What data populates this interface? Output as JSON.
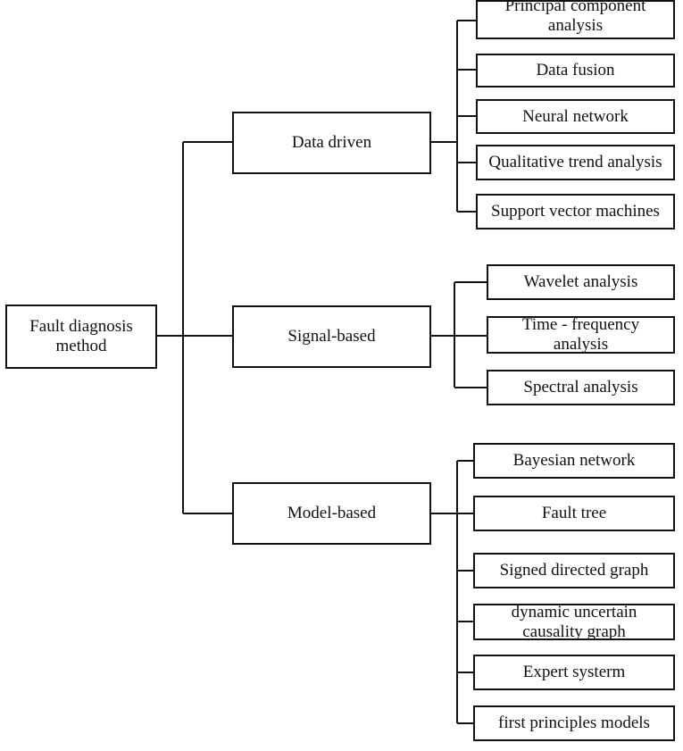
{
  "root": {
    "label": "Fault diagnosis method"
  },
  "categories": [
    {
      "label": "Data driven",
      "methods": [
        "Principal component analysis",
        "Data fusion",
        "Neural network",
        "Qualitative trend analysis",
        "Support vector machines"
      ]
    },
    {
      "label": "Signal-based",
      "methods": [
        "Wavelet analysis",
        "Time - frequency analysis",
        "Spectral analysis"
      ]
    },
    {
      "label": "Model-based",
      "methods": [
        "Bayesian network",
        "Fault tree",
        "Signed directed graph",
        "dynamic uncertain causality graph",
        "Expert systerm",
        "first principles models"
      ]
    }
  ]
}
